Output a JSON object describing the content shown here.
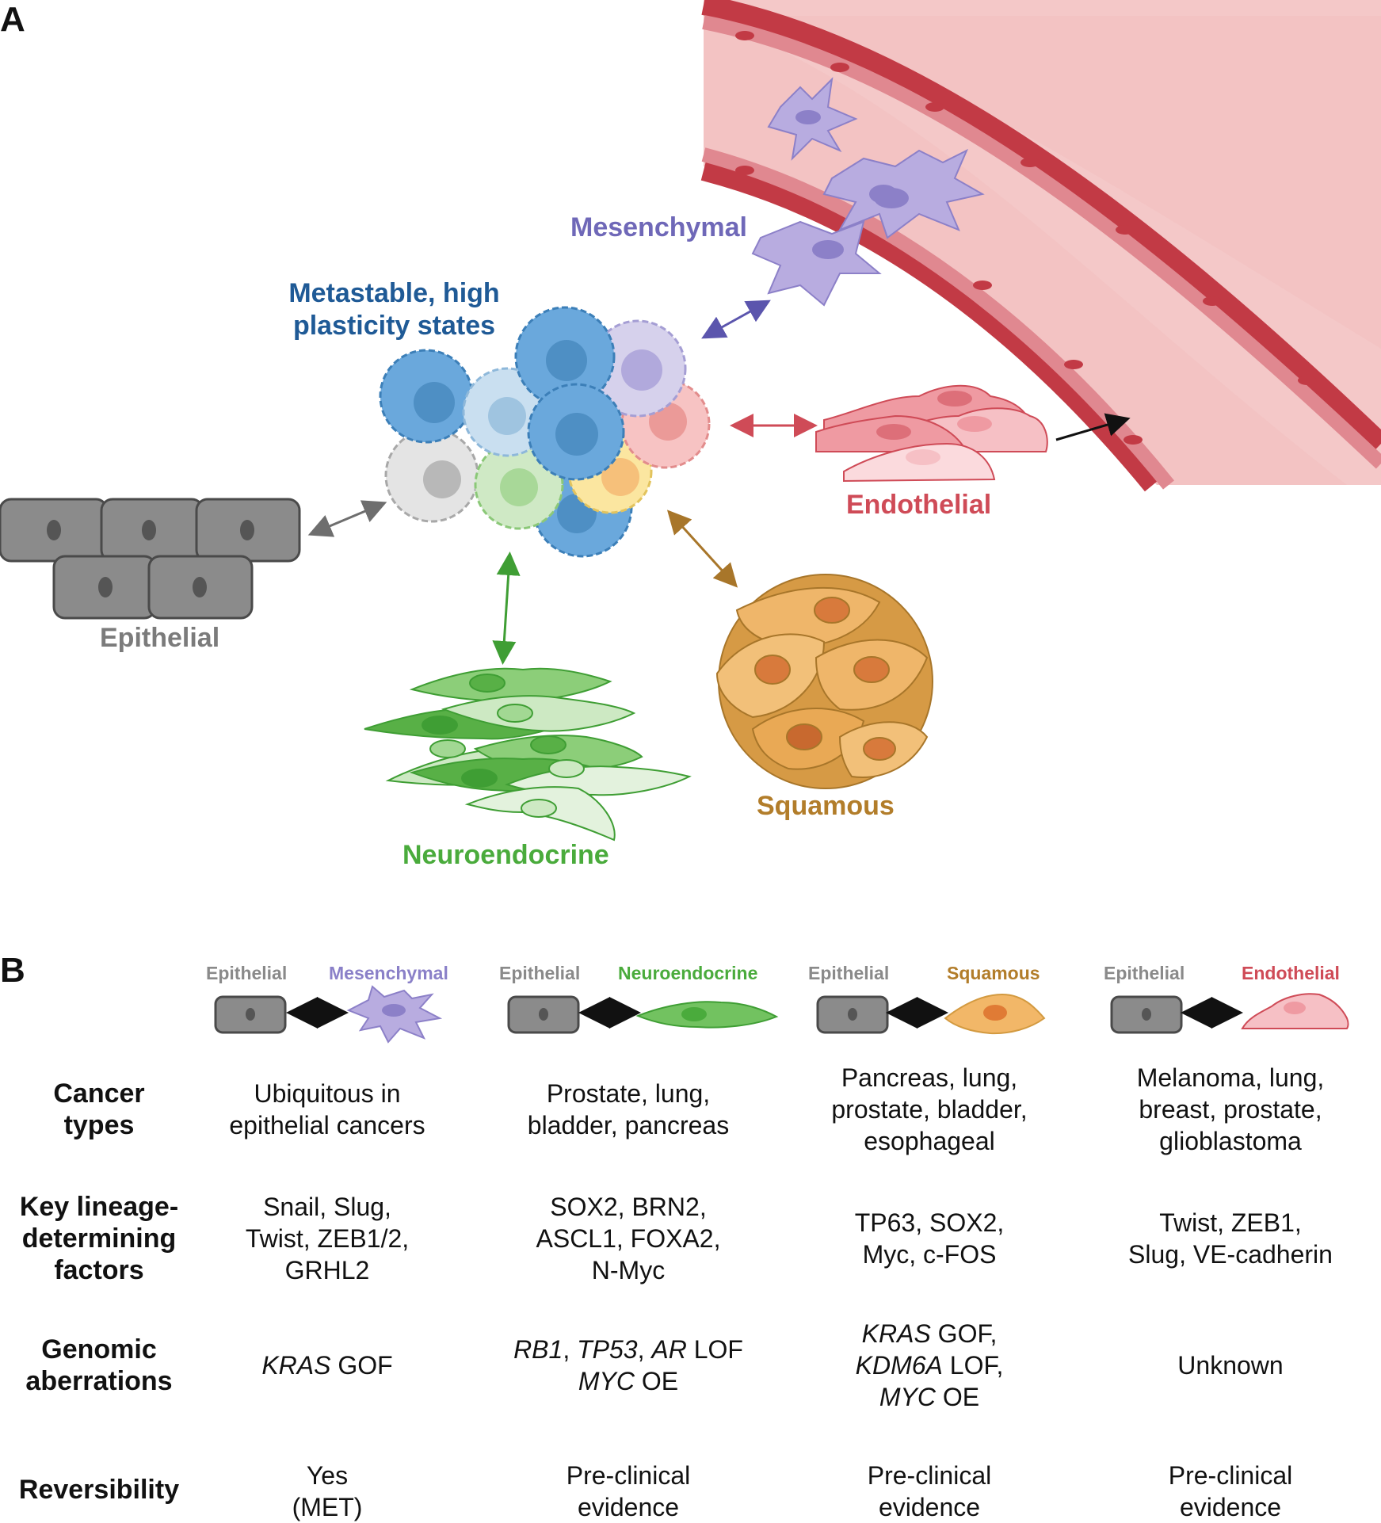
{
  "panel_a": {
    "letter": "A",
    "labels": {
      "mesenchymal": "Mesenchymal",
      "metastable": "Metastable, high\nplasticity states",
      "endothelial": "Endothelial",
      "epithelial": "Epithelial",
      "squamous": "Squamous",
      "neuroendocrine": "Neuroendocrine"
    }
  },
  "panel_b": {
    "letter": "B",
    "columns": [
      {
        "left": "Epithelial",
        "right": "Mesenchymal"
      },
      {
        "left": "Epithelial",
        "right": "Neuroendocrine"
      },
      {
        "left": "Epithelial",
        "right": "Squamous"
      },
      {
        "left": "Epithelial",
        "right": "Endothelial"
      }
    ],
    "rows": [
      {
        "header": "Cancer\ntypes",
        "cells": [
          [
            {
              "t": "Ubiquitous in\nepithelial cancers"
            }
          ],
          [
            {
              "t": "Prostate, lung,\nbladder, pancreas"
            }
          ],
          [
            {
              "t": "Pancreas, lung,\nprostate, bladder,\nesophageal"
            }
          ],
          [
            {
              "t": "Melanoma, lung,\nbreast, prostate,\nglioblastoma"
            }
          ]
        ]
      },
      {
        "header": "Key lineage-\ndetermining\nfactors",
        "cells": [
          [
            {
              "t": "Snail, Slug,\nTwist, ZEB1/2,\nGRHL2"
            }
          ],
          [
            {
              "t": "SOX2, BRN2,\nASCL1, FOXA2,\nN-Myc"
            }
          ],
          [
            {
              "t": "TP63, SOX2,\nMyc, c-FOS"
            }
          ],
          [
            {
              "t": "Twist, ZEB1,\nSlug, VE-cadherin"
            }
          ]
        ]
      },
      {
        "header": "Genomic\naberrations",
        "cells": [
          [
            {
              "t": "KRAS",
              "i": true
            },
            {
              "t": " GOF"
            }
          ],
          [
            {
              "t": "RB1",
              "i": true
            },
            {
              "t": ", "
            },
            {
              "t": "TP53",
              "i": true
            },
            {
              "t": ", "
            },
            {
              "t": "AR",
              "i": true
            },
            {
              "t": " LOF\n"
            },
            {
              "t": "MYC",
              "i": true
            },
            {
              "t": " OE"
            }
          ],
          [
            {
              "t": "KRAS",
              "i": true
            },
            {
              "t": " GOF,\n"
            },
            {
              "t": "KDM6A",
              "i": true
            },
            {
              "t": " LOF,\n"
            },
            {
              "t": "MYC",
              "i": true
            },
            {
              "t": " OE"
            }
          ],
          [
            {
              "t": "Unknown"
            }
          ]
        ]
      },
      {
        "header": "Reversibility",
        "cells": [
          [
            {
              "t": "Yes\n(MET)"
            }
          ],
          [
            {
              "t": "Pre-clinical\nevidence"
            }
          ],
          [
            {
              "t": "Pre-clinical\nevidence"
            }
          ],
          [
            {
              "t": "Pre-clinical\nevidence"
            }
          ]
        ]
      }
    ]
  },
  "colors": {
    "epithelial": "#7b7b7b",
    "mesenchymal": "#7b73c0",
    "metastable": "#1f5a96",
    "endothelial": "#cf4b57",
    "squamous": "#b27d2a",
    "neuroendocrine": "#4aab3c",
    "vessel_wall": "#c23a45",
    "vessel_lumen": "#f3c3c3"
  },
  "icons": [
    "epithelial-cell-icon",
    "mesenchymal-cell-icon",
    "neuroendocrine-cell-icon",
    "squamous-cell-icon",
    "endothelial-cell-icon",
    "double-arrow-icon"
  ]
}
